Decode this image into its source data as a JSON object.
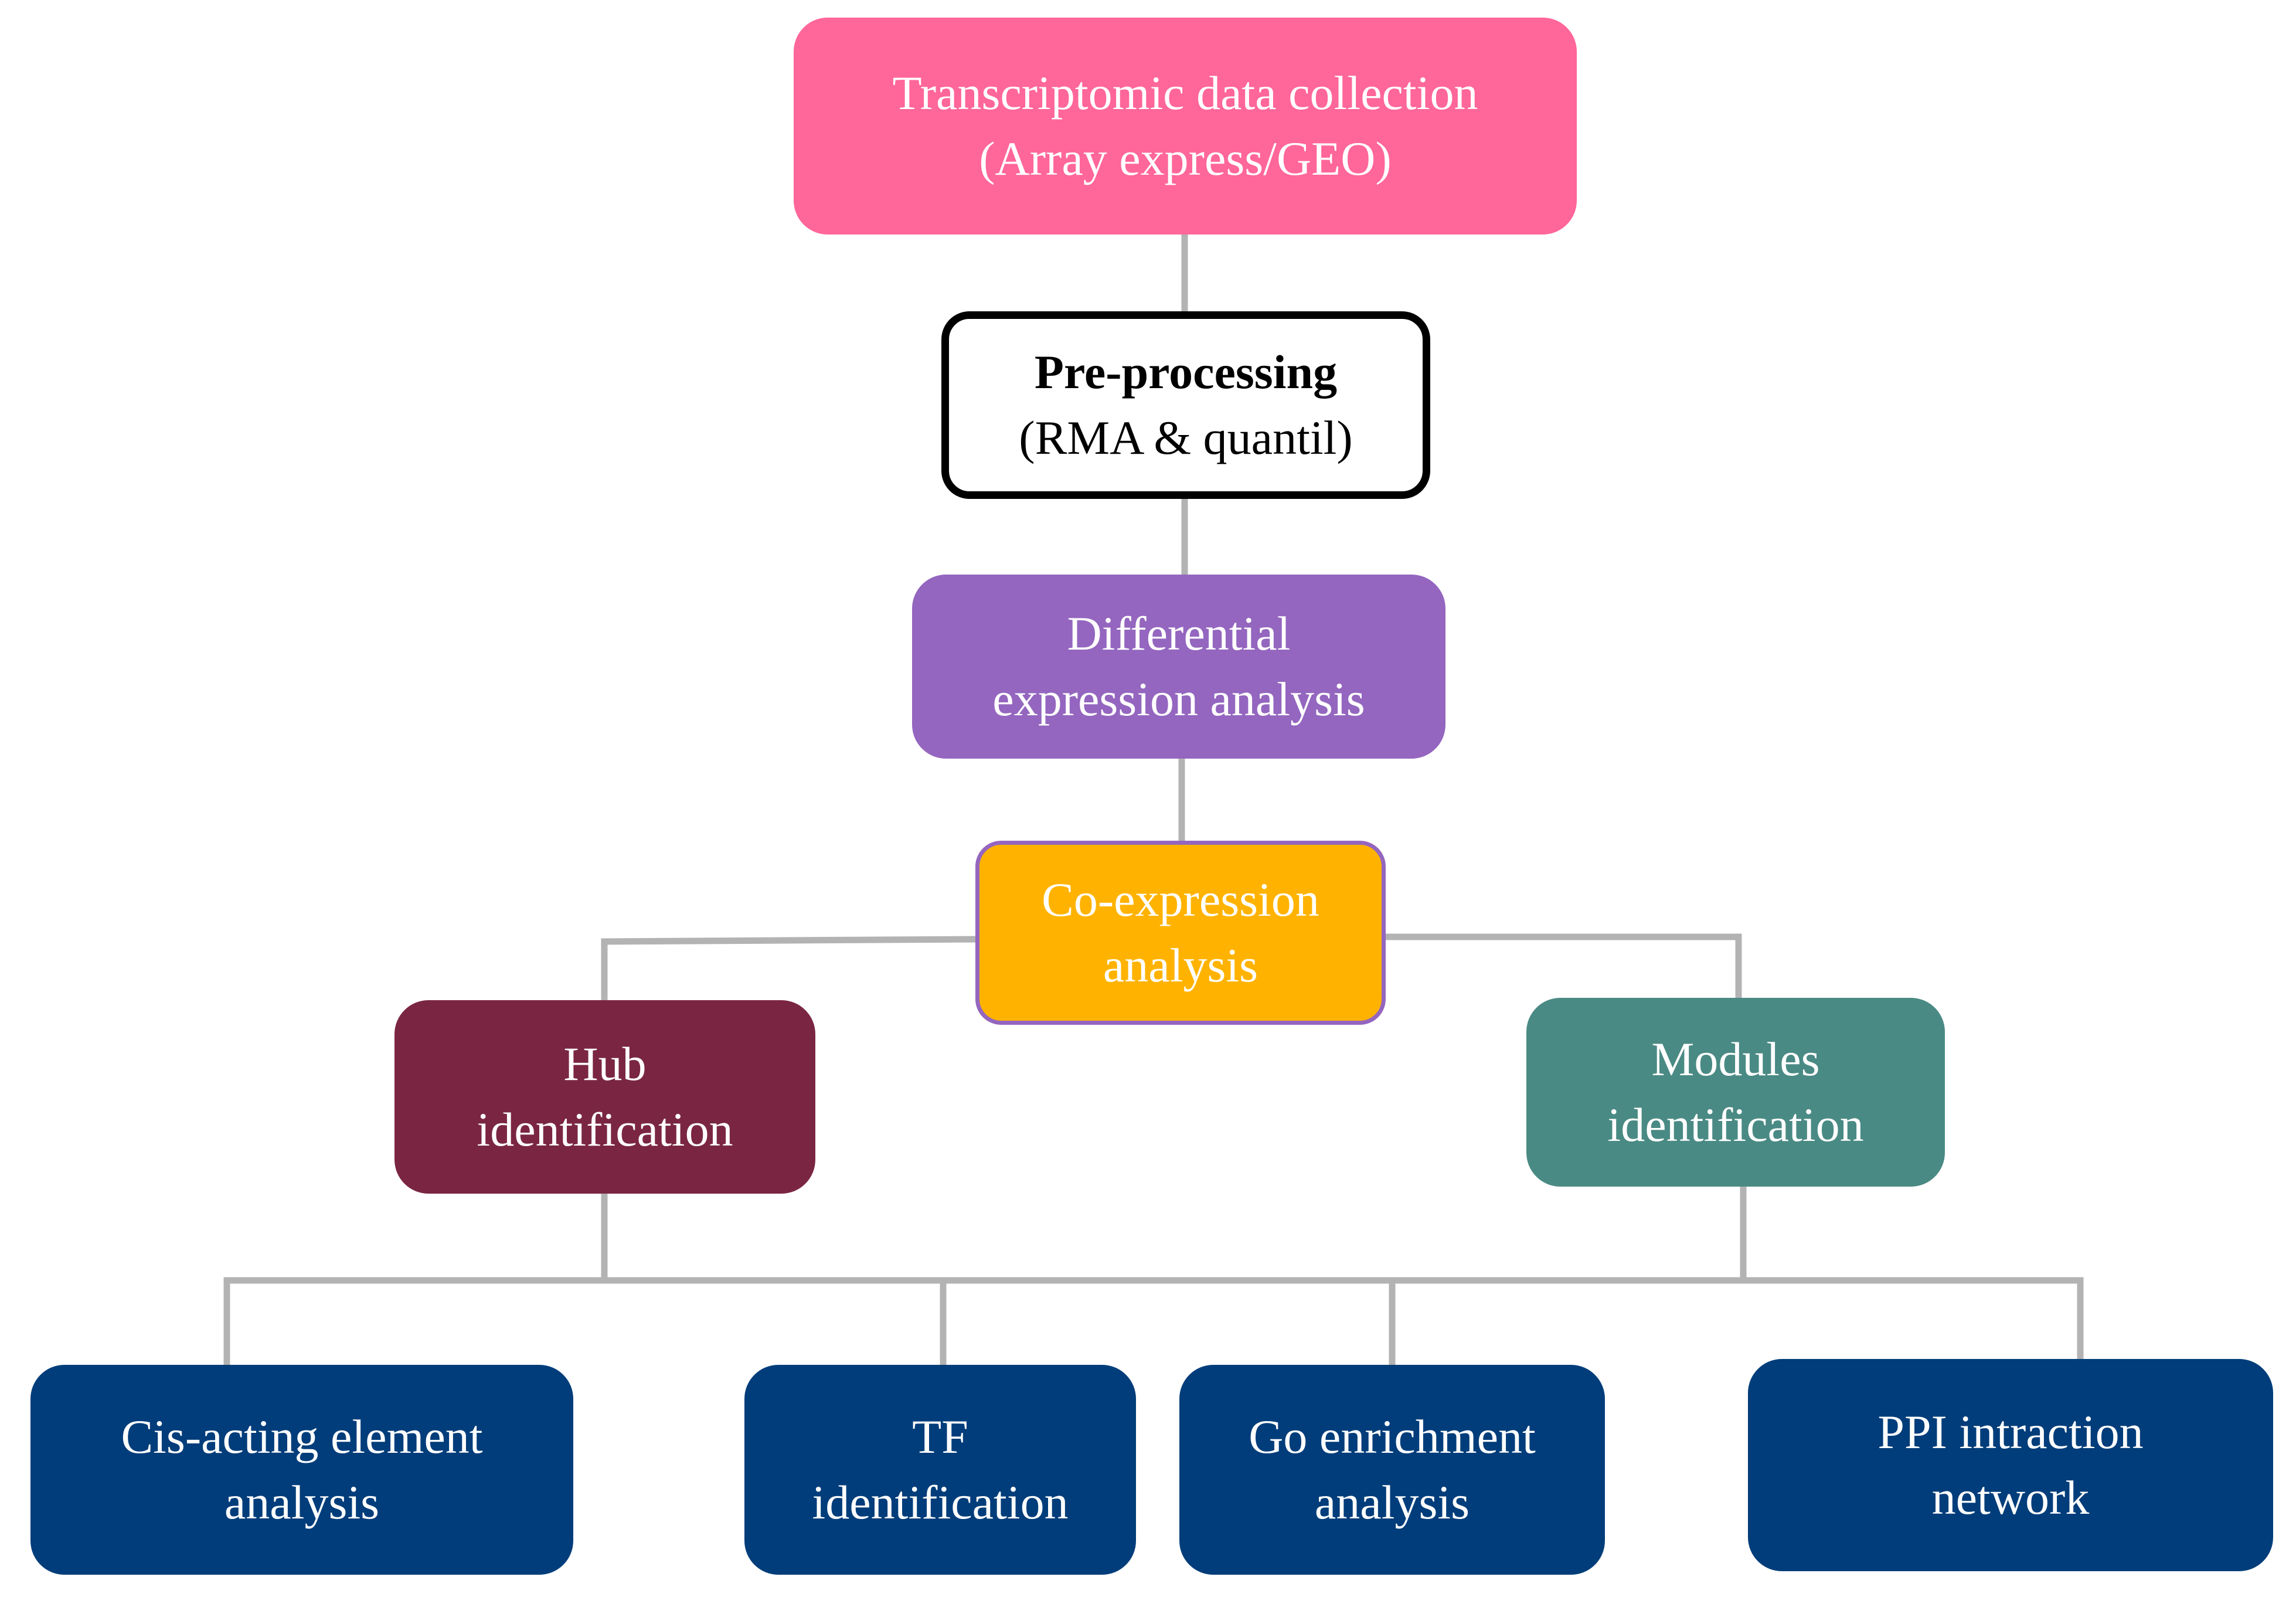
{
  "diagram": {
    "type": "flowchart",
    "connector_color": "#b3b3b3",
    "nodes": {
      "data_collection": {
        "line1": "Transcriptomic data collection",
        "line2": "(Array express/GEO)",
        "color": "#ff6699"
      },
      "preprocessing": {
        "line1": "Pre-processing",
        "line2": "(RMA & quantil)",
        "color": "#ffffff",
        "border": "#000000"
      },
      "differential": {
        "line1": "Differential",
        "line2": "expression analysis",
        "color": "#9466bf"
      },
      "coexpression": {
        "line1": "Co-expression",
        "line2": "analysis",
        "color": "#ffb300",
        "border": "#9466bf"
      },
      "hub": {
        "line1": "Hub",
        "line2": "identification",
        "color": "#7a2642"
      },
      "modules": {
        "line1": "Modules",
        "line2": "identification",
        "color": "#4a8a84"
      },
      "cis_acting": {
        "line1": "Cis-acting element",
        "line2": "analysis",
        "color": "#013d7a"
      },
      "tf": {
        "line1": "TF",
        "line2": "identification",
        "color": "#013d7a"
      },
      "go_enrichment": {
        "line1": "Go enrichment",
        "line2": "analysis",
        "color": "#013d7a"
      },
      "ppi": {
        "line1": "PPI intraction",
        "line2": "network",
        "color": "#013d7a"
      }
    },
    "edges": [
      [
        "data_collection",
        "preprocessing"
      ],
      [
        "preprocessing",
        "differential"
      ],
      [
        "differential",
        "coexpression"
      ],
      [
        "coexpression",
        "hub"
      ],
      [
        "coexpression",
        "modules"
      ],
      [
        "hub",
        "cis_acting"
      ],
      [
        "hub",
        "tf"
      ],
      [
        "modules",
        "go_enrichment"
      ],
      [
        "modules",
        "ppi"
      ]
    ]
  }
}
